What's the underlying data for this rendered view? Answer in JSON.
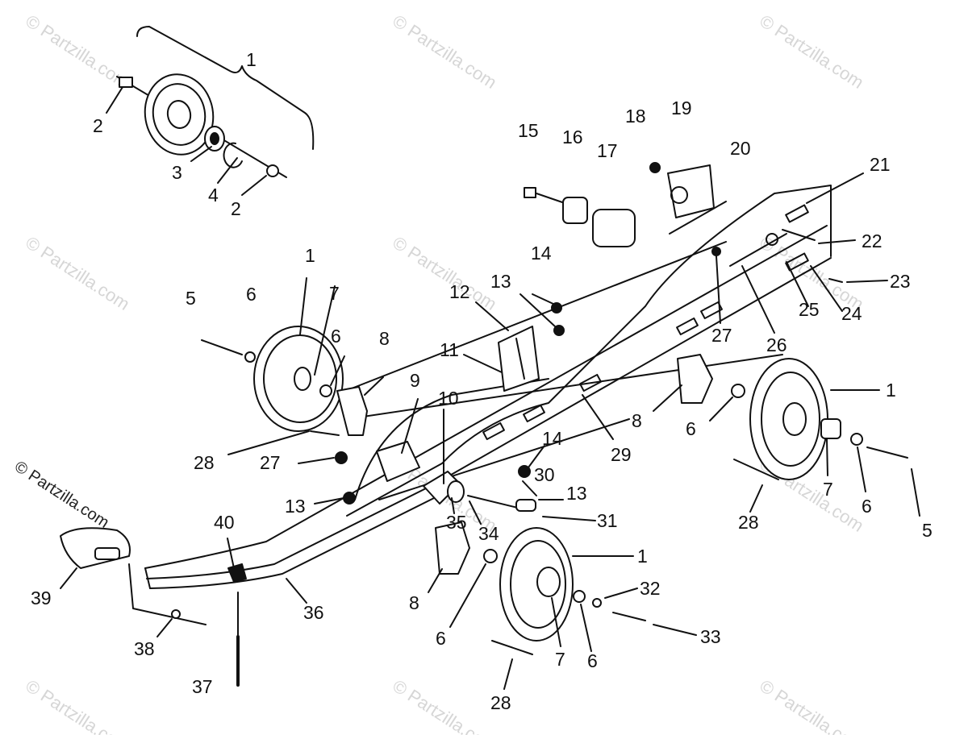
{
  "watermark_text": "© Partzilla.com",
  "credit_text": "© Partzilla.com",
  "ink_color": "#111111",
  "watermark_color": "#d6d6d6",
  "callouts": [
    {
      "id": "c1a",
      "text": "1"
    },
    {
      "id": "c2a",
      "text": "2"
    },
    {
      "id": "c3",
      "text": "3"
    },
    {
      "id": "c4",
      "text": "4"
    },
    {
      "id": "c2b",
      "text": "2"
    },
    {
      "id": "c15",
      "text": "15"
    },
    {
      "id": "c16",
      "text": "16"
    },
    {
      "id": "c17",
      "text": "17"
    },
    {
      "id": "c18",
      "text": "18"
    },
    {
      "id": "c19",
      "text": "19"
    },
    {
      "id": "c20",
      "text": "20"
    },
    {
      "id": "c21",
      "text": "21"
    },
    {
      "id": "c22",
      "text": "22"
    },
    {
      "id": "c23",
      "text": "23"
    },
    {
      "id": "c24",
      "text": "24"
    },
    {
      "id": "c25",
      "text": "25"
    },
    {
      "id": "c26",
      "text": "26"
    },
    {
      "id": "c27a",
      "text": "27"
    },
    {
      "id": "c14a",
      "text": "14"
    },
    {
      "id": "c13a",
      "text": "13"
    },
    {
      "id": "c12",
      "text": "12"
    },
    {
      "id": "c11",
      "text": "11"
    },
    {
      "id": "c1b",
      "text": "1"
    },
    {
      "id": "c5a",
      "text": "5"
    },
    {
      "id": "c6a",
      "text": "6"
    },
    {
      "id": "c7a",
      "text": "7"
    },
    {
      "id": "c6b",
      "text": "6"
    },
    {
      "id": "c8a",
      "text": "8"
    },
    {
      "id": "c9",
      "text": "9"
    },
    {
      "id": "c10",
      "text": "10"
    },
    {
      "id": "c28a",
      "text": "28"
    },
    {
      "id": "c27b",
      "text": "27"
    },
    {
      "id": "c13b",
      "text": "13"
    },
    {
      "id": "c29",
      "text": "29"
    },
    {
      "id": "c8b",
      "text": "8"
    },
    {
      "id": "c6c",
      "text": "6"
    },
    {
      "id": "c1c",
      "text": "1"
    },
    {
      "id": "c7b",
      "text": "7"
    },
    {
      "id": "c6d",
      "text": "6"
    },
    {
      "id": "c5b",
      "text": "5"
    },
    {
      "id": "c28b",
      "text": "28"
    },
    {
      "id": "c14b",
      "text": "14"
    },
    {
      "id": "c30",
      "text": "30"
    },
    {
      "id": "c13c",
      "text": "13"
    },
    {
      "id": "c31",
      "text": "31"
    },
    {
      "id": "c35",
      "text": "35"
    },
    {
      "id": "c34",
      "text": "34"
    },
    {
      "id": "c1d",
      "text": "1"
    },
    {
      "id": "c40",
      "text": "40"
    },
    {
      "id": "c32",
      "text": "32"
    },
    {
      "id": "c33",
      "text": "33"
    },
    {
      "id": "c8c",
      "text": "8"
    },
    {
      "id": "c6e",
      "text": "6"
    },
    {
      "id": "c7c",
      "text": "7"
    },
    {
      "id": "c6f",
      "text": "6"
    },
    {
      "id": "c39",
      "text": "39"
    },
    {
      "id": "c36",
      "text": "36"
    },
    {
      "id": "c38",
      "text": "38"
    },
    {
      "id": "c37",
      "text": "37"
    },
    {
      "id": "c28c",
      "text": "28"
    }
  ]
}
